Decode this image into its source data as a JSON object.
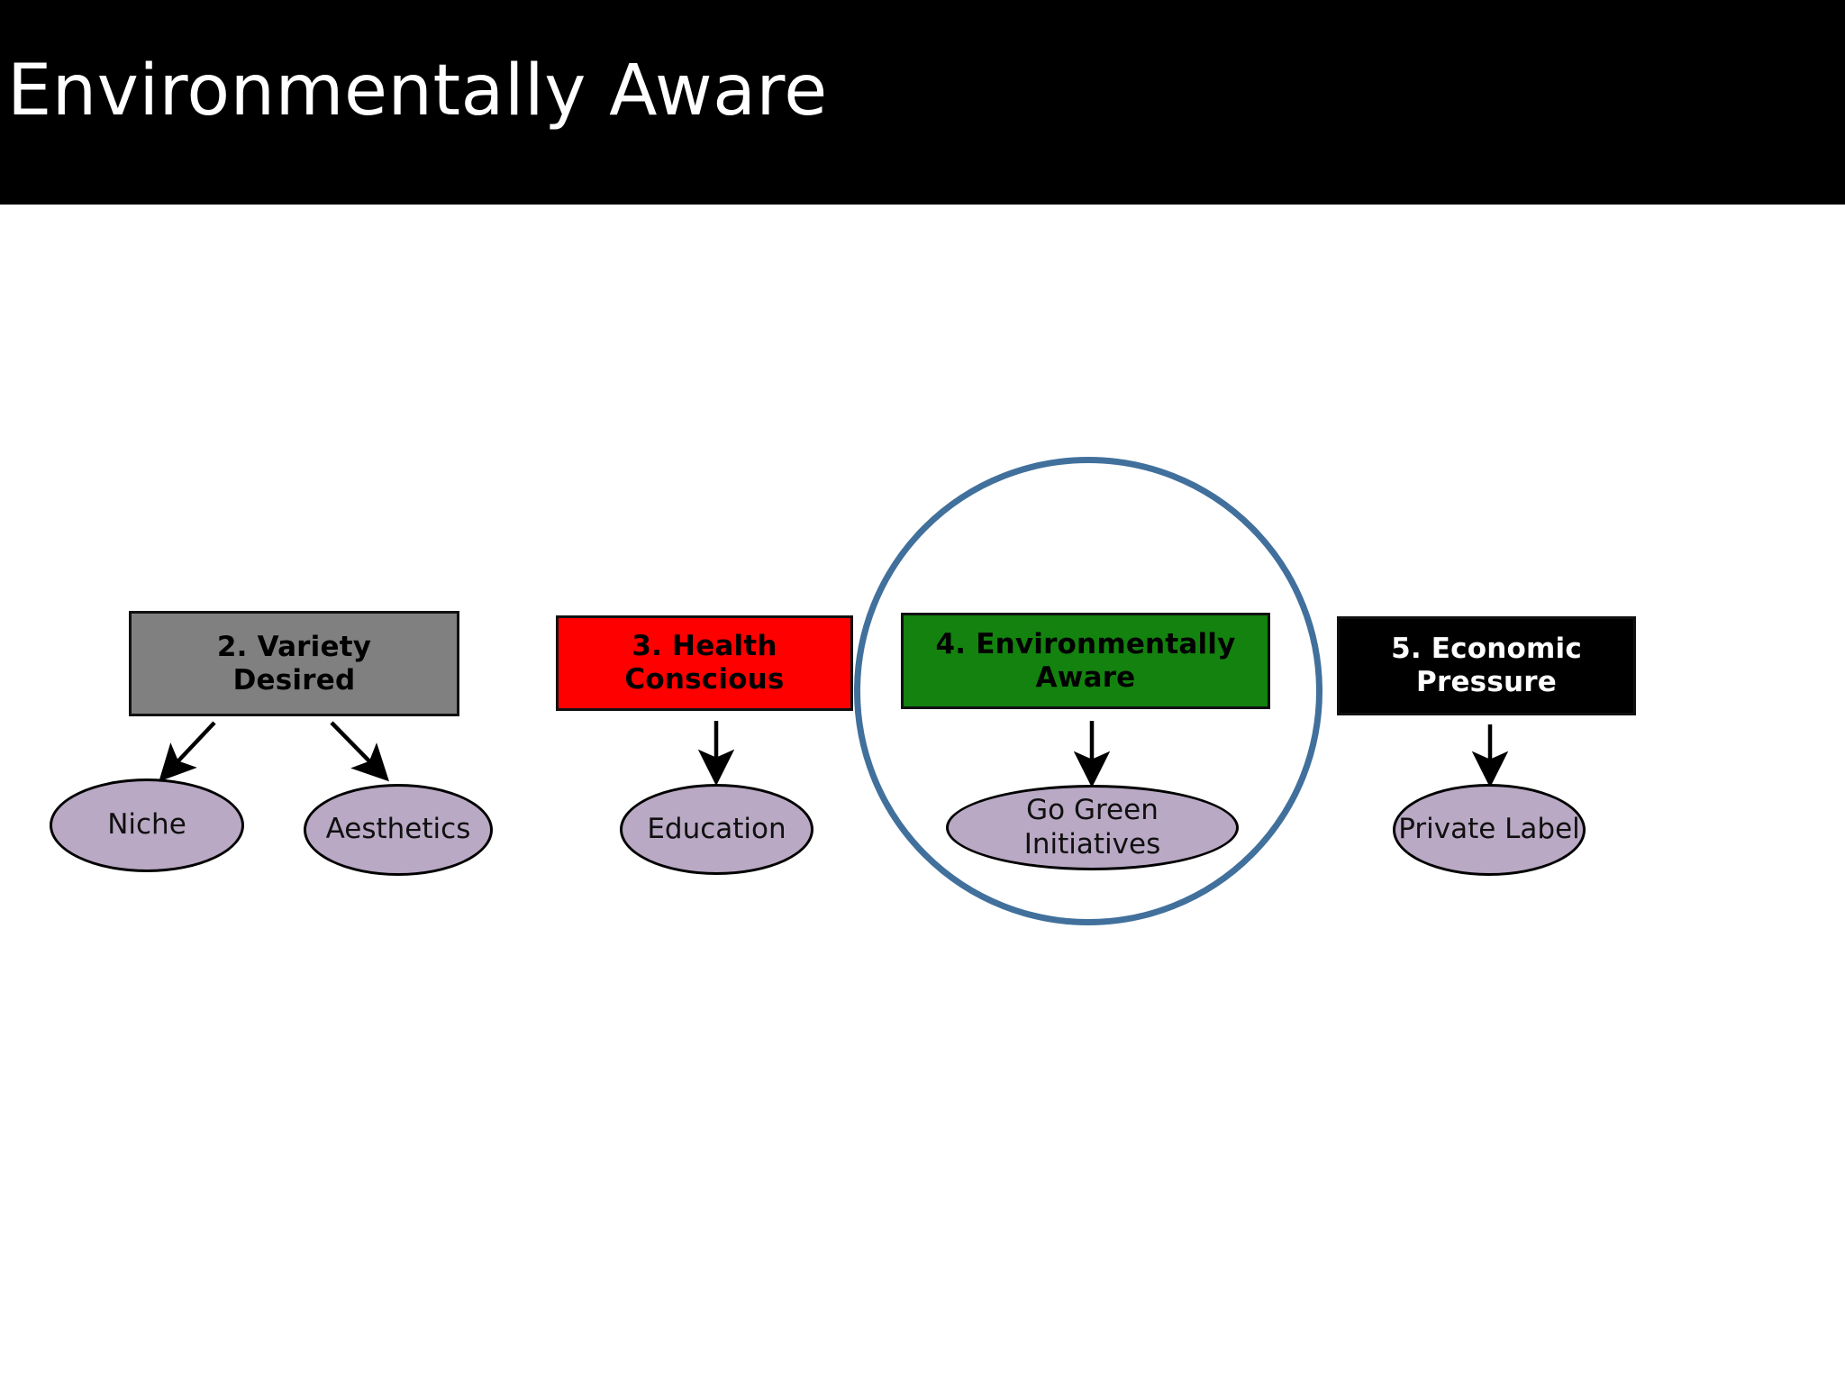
{
  "slide": {
    "title": "Environmentally Aware",
    "title_bar_color": "#000000",
    "title_text_color": "#ffffff",
    "background_color": "#ffffff"
  },
  "diagram": {
    "type": "flow-tree",
    "highlight": {
      "shape": "circle",
      "color": "#41709c",
      "targets": [
        "4. Environmentally Aware",
        "Go Green Initiatives"
      ]
    },
    "boxes": [
      {
        "id": "variety",
        "label": "2. Variety Desired",
        "label_line1": "2. Variety",
        "label_line2": "Desired",
        "fill": "#808080",
        "text_color": "#000000",
        "border_color": "#111111"
      },
      {
        "id": "health",
        "label": "3. Health Conscious",
        "label_line1": "3. Health",
        "label_line2": "Conscious",
        "fill": "#ff0000",
        "text_color": "#000000",
        "border_color": "#111111"
      },
      {
        "id": "environmentally-aware",
        "label": "4. Environmentally Aware",
        "label_line1": "4. Environmentally",
        "label_line2": "Aware",
        "fill": "#14820f",
        "text_color": "#000000",
        "border_color": "#111111"
      },
      {
        "id": "economic",
        "label": "5. Economic Pressure",
        "label_line1": "5. Economic",
        "label_line2": "Pressure",
        "fill": "#000000",
        "text_color": "#ffffff",
        "border_color": "#111111"
      }
    ],
    "ellipses": [
      {
        "id": "niche",
        "label": "Niche",
        "parent": "variety",
        "fill": "#b9a9c4"
      },
      {
        "id": "aesthetics",
        "label": "Aesthetics",
        "parent": "variety",
        "fill": "#b9a9c4"
      },
      {
        "id": "education",
        "label": "Education",
        "parent": "health",
        "fill": "#b9a9c4"
      },
      {
        "id": "gogreen",
        "label": "Go Green Initiatives",
        "label_line1": "Go Green",
        "label_line2": "Initiatives",
        "parent": "environmentally-aware",
        "fill": "#b9a9c4"
      },
      {
        "id": "private",
        "label": "Private Label",
        "parent": "economic",
        "fill": "#b9a9c4"
      }
    ],
    "connectors": [
      {
        "from": "variety",
        "to": "niche",
        "style": "arrow-diagonal-left"
      },
      {
        "from": "variety",
        "to": "aesthetics",
        "style": "arrow-diagonal-right"
      },
      {
        "from": "health",
        "to": "education",
        "style": "arrow-vertical"
      },
      {
        "from": "environmentally-aware",
        "to": "gogreen",
        "style": "arrow-vertical"
      },
      {
        "from": "economic",
        "to": "private",
        "style": "arrow-vertical"
      }
    ]
  }
}
